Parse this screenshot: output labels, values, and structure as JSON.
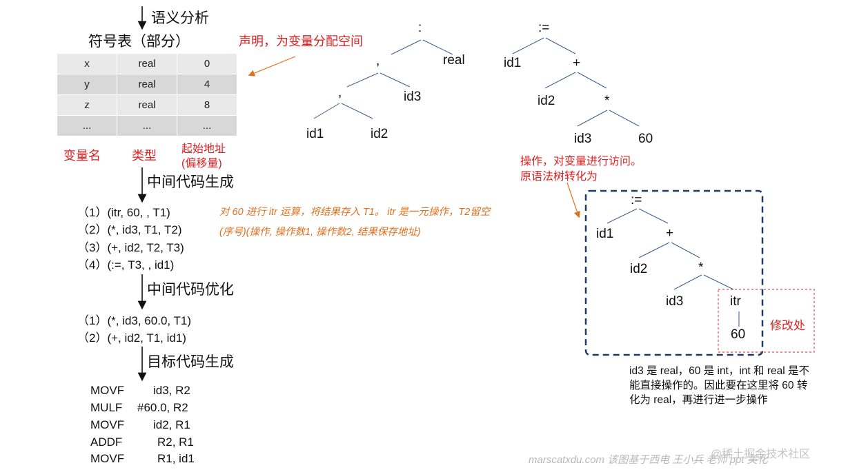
{
  "phases": {
    "semantic": "语义分析",
    "intermediate_gen": "中间代码生成",
    "intermediate_opt": "中间代码优化",
    "target_gen": "目标代码生成"
  },
  "symbol_table": {
    "title": "符号表（部分）",
    "rows": [
      [
        "x",
        "real",
        "0"
      ],
      [
        "y",
        "real",
        "4"
      ],
      [
        "z",
        "real",
        "8"
      ],
      [
        "...",
        "...",
        "..."
      ]
    ],
    "col_labels": [
      "变量名",
      "类型",
      "起始地址",
      "(偏移量)"
    ]
  },
  "annotations": {
    "declare": "声明，为变量分配空间",
    "operate_1": "操作，对变量进行访问。",
    "operate_2": "原语法树转化为",
    "modified": "修改处",
    "quad_note_1": "对 60 进行 itr 运算，将结果存入 T1。 itr 是一元操作，T2留空",
    "quad_note_2": "(序号)(操作, 操作数1, 操作数2, 结果保存地址)",
    "type_note": "id3 是 real，60 是 int，int 和 real 是不能直接操作的。因此要在这里将 60 转化为 real，再进行进一步操作"
  },
  "intermediate_code": [
    "（1）(itr,  60,       ,  T1)",
    "（2）(*,   id3,  T1,  T2)",
    "（3）(+,   id2,  T2,  T3)",
    "（4）(:=,  T3,       , id1)"
  ],
  "optimized_code": [
    "（1）(*,    id3,  60.0,  T1)",
    "（2）(+,   id2,    T1,  id1)"
  ],
  "target_code": [
    [
      "MOVF",
      "id3,  R2"
    ],
    [
      "MULF",
      "#60.0,  R2"
    ],
    [
      "MOVF",
      "id2,  R1"
    ],
    [
      "ADDF",
      "R2,  R1"
    ],
    [
      "MOVF",
      "R1,  id1"
    ]
  ],
  "decl_tree": {
    "root": ":",
    "comma1": ",",
    "real": "real",
    "comma2": ",",
    "id3": "id3",
    "id1": "id1",
    "id2": "id2"
  },
  "assign_tree": {
    "root": ":=",
    "id1": "id1",
    "plus": "+",
    "id2": "id2",
    "mul": "*",
    "id3": "id3",
    "num": "60"
  },
  "converted_tree": {
    "root": ":=",
    "id1": "id1",
    "plus": "+",
    "id2": "id2",
    "mul": "*",
    "id3": "id3",
    "itr": "itr",
    "num": "60"
  },
  "watermark": {
    "site": "marscatxdu.com 该图基于西电 王小兵 老师 ppt 美化",
    "community": "@稀土掘金技术社区"
  },
  "colors": {
    "red": "#e02020",
    "orange": "#e07020",
    "tree_line": "#3a5a8a",
    "dashed_box": "#1f3a60"
  }
}
